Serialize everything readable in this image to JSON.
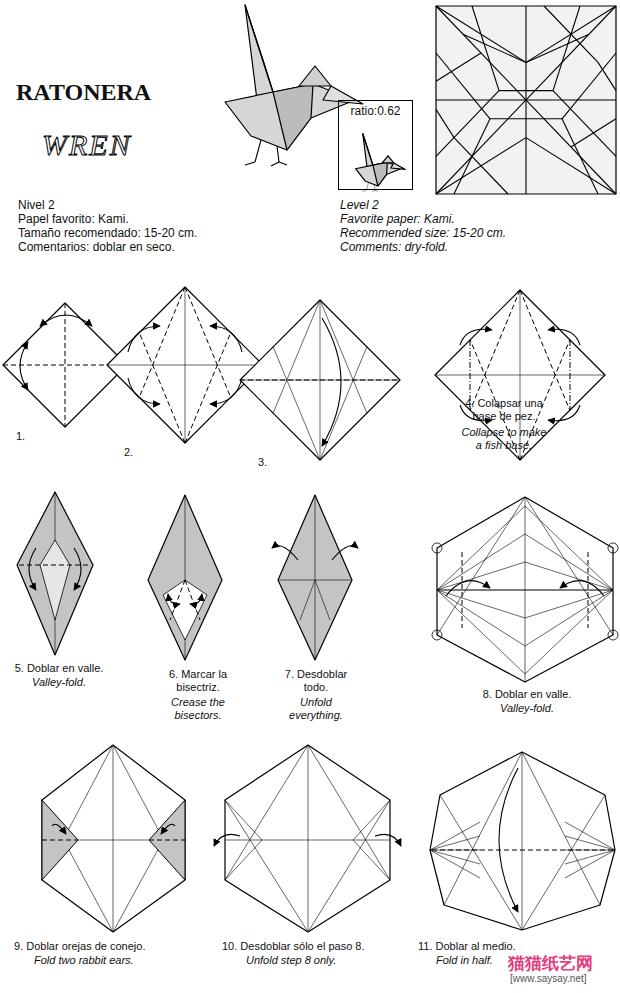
{
  "diagram": {
    "title": "RATONERA",
    "nodes": [
      {
        "text": [
          "ratio:0.62"
        ]
      }
    ],
    "labels": [
      "WREN",
      "Nivel 2",
      "Papel favorito: Kami.",
      "Tamaño recomendado: 15-20 cm.",
      "Comentarios: doblar en seco.",
      "Level 2",
      "Favorite paper: Kami.",
      "Recommended size: 15-20 cm.",
      "Comments: dry-fold.",
      "1.",
      "2.",
      "3.",
      "4. Colapsar una base de pez.",
      "Collapse to make a fish base.",
      "5. Doblar en valle.",
      "Valley-fold.",
      "6. Marcar la bisectriz.",
      "Crease the bisectors.",
      "7. Desdoblar todo.",
      "Unfold everything.",
      "8. Doblar en valle.",
      "Valley-fold.",
      "9. Doblar orejas de conejo.",
      "Fold two rabbit ears.",
      "10. Desdoblar sólo el paso 8.",
      "Unfold step 8 only.",
      "11. Doblar al medio.",
      "Fold in half.",
      "猫猫纸艺网",
      "[www.saysay.net]"
    ]
  }
}
